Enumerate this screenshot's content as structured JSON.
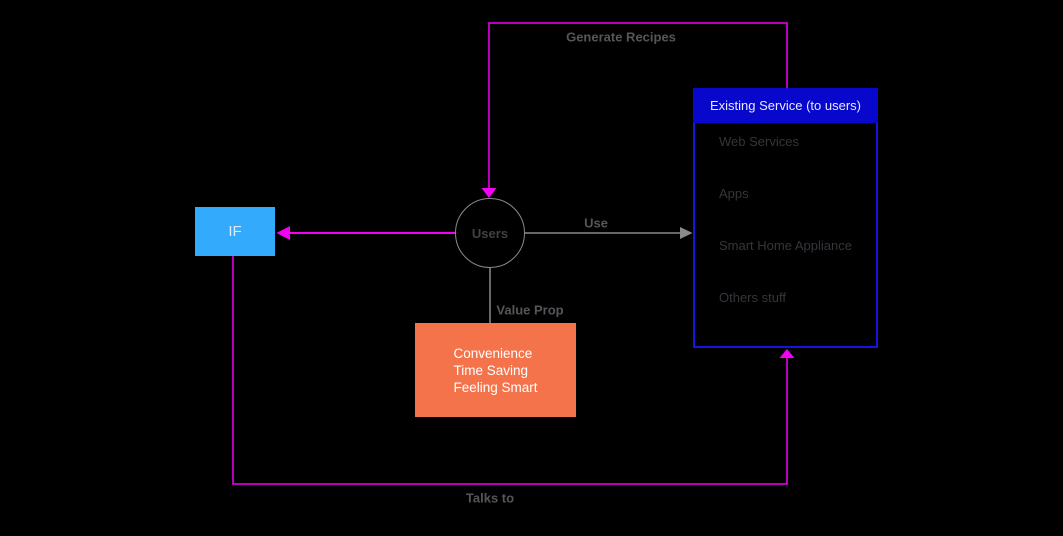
{
  "diagram": {
    "nodes": {
      "users": {
        "label": "Users"
      },
      "if_box": {
        "label": "IF"
      },
      "value_prop_box": {
        "line1": "Convenience",
        "line2": "Time Saving",
        "line3": "Feeling Smart"
      },
      "existing_service": {
        "title": "Existing Service (to users)",
        "items": [
          "Web Services",
          "Apps",
          "Smart Home Appliance",
          "Others stuff"
        ]
      }
    },
    "edges": {
      "generate_recipes": {
        "label": "Generate Recipes",
        "from": "existing_service",
        "to": "users"
      },
      "use": {
        "label": "Use",
        "from": "users",
        "to": "existing_service"
      },
      "value_prop": {
        "label": "Value Prop",
        "from": "users",
        "to": "value_prop_box"
      },
      "talks_to": {
        "label": "Talks to",
        "from": "if_box",
        "to": "existing_service"
      }
    }
  },
  "colors": {
    "canvas_bg": "#000000",
    "magenta": "#f400f4",
    "edge_gray": "#8a8a8a",
    "label_gray": "#56565a",
    "users_label": "#414146",
    "if_fill": "#34aafc",
    "if_text": "#d8ecfc",
    "orange_fill": "#f4734b",
    "orange_text": "#ffffff",
    "service_border": "#1515dd",
    "service_header": "#0808cd",
    "service_title": "#e8e8ff",
    "service_item": "#35353c"
  }
}
